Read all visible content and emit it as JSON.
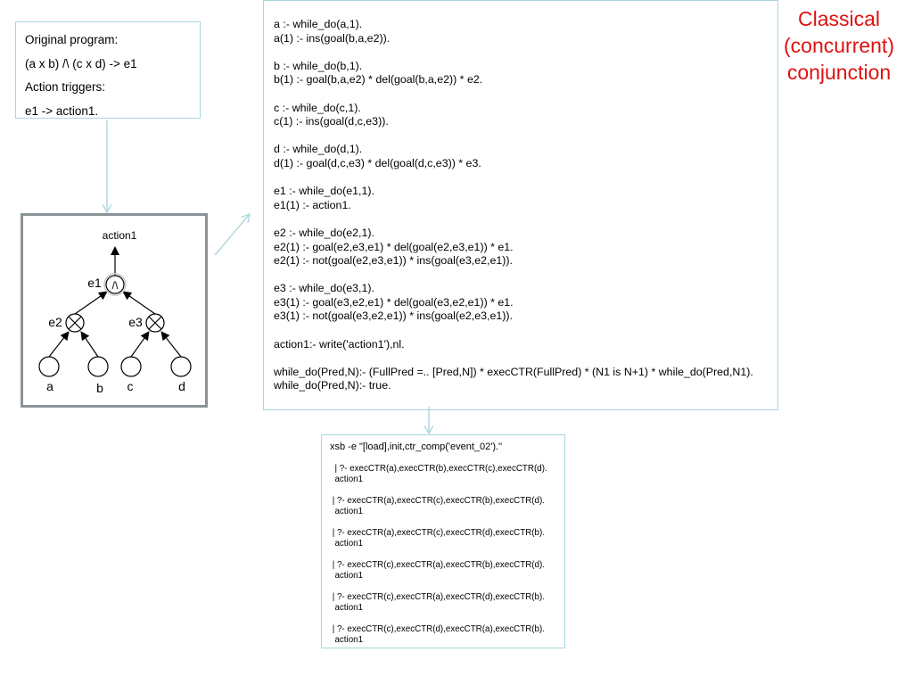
{
  "title": [
    "Classical",
    "(concurrent)",
    "conjunction"
  ],
  "original_box": {
    "lines": [
      "Original program:",
      "(a x b) /\\ (c x d) -> e1",
      "Action triggers:",
      "e1 -> action1."
    ]
  },
  "tree": {
    "root_label": "action1",
    "e1": {
      "label": "e1",
      "symbol": "/\\"
    },
    "e2": {
      "label": "e2"
    },
    "e3": {
      "label": "e3"
    },
    "leaves": [
      "a",
      "b",
      "c",
      "d"
    ]
  },
  "code_box": {
    "lines": [
      "a :- while_do(a,1).",
      "a(1) :- ins(goal(b,a,e2)).",
      "",
      "b :- while_do(b,1).",
      "b(1) :- goal(b,a,e2) * del(goal(b,a,e2)) * e2.",
      "",
      "c :- while_do(c,1).",
      "c(1) :- ins(goal(d,c,e3)).",
      "",
      "d :- while_do(d,1).",
      "d(1) :- goal(d,c,e3) * del(goal(d,c,e3)) * e3.",
      "",
      "e1 :- while_do(e1,1).",
      "e1(1) :- action1.",
      "",
      "e2 :- while_do(e2,1).",
      "e2(1) :- goal(e2,e3,e1) * del(goal(e2,e3,e1)) * e1.",
      "e2(1) :- not(goal(e2,e3,e1)) * ins(goal(e3,e2,e1)).",
      "",
      "e3 :- while_do(e3,1).",
      "e3(1) :- goal(e3,e2,e1) * del(goal(e3,e2,e1)) * e1.",
      "e3(1) :- not(goal(e3,e2,e1)) * ins(goal(e2,e3,e1)).",
      "",
      "action1:- write('action1'),nl.",
      "",
      "while_do(Pred,N):- (FullPred =.. [Pred,N]) * execCTR(FullPred) * (N1 is N+1) * while_do(Pred,N1).",
      "while_do(Pred,N):- true."
    ]
  },
  "output_box": {
    "command": "xsb -e \"[load],init,ctr_comp('event_02').\"",
    "lines": [
      "",
      "  | ?- execCTR(a),execCTR(b),execCTR(c),execCTR(d).",
      "  action1",
      "",
      " | ?- execCTR(a),execCTR(c),execCTR(b),execCTR(d).",
      "  action1",
      "",
      " | ?- execCTR(a),execCTR(c),execCTR(d),execCTR(b).",
      "  action1",
      "",
      " | ?- execCTR(c),execCTR(a),execCTR(b),execCTR(d).",
      "  action1",
      "",
      " | ?- execCTR(c),execCTR(a),execCTR(d),execCTR(b).",
      "  action1",
      "",
      " | ?- execCTR(c),execCTR(d),execCTR(a),execCTR(b).",
      "  action1"
    ]
  },
  "colors": {
    "box_border": "#a9d6dd",
    "connector": "#a9d6dd",
    "title": "#e01010",
    "tree_frame": "#8a9396"
  }
}
